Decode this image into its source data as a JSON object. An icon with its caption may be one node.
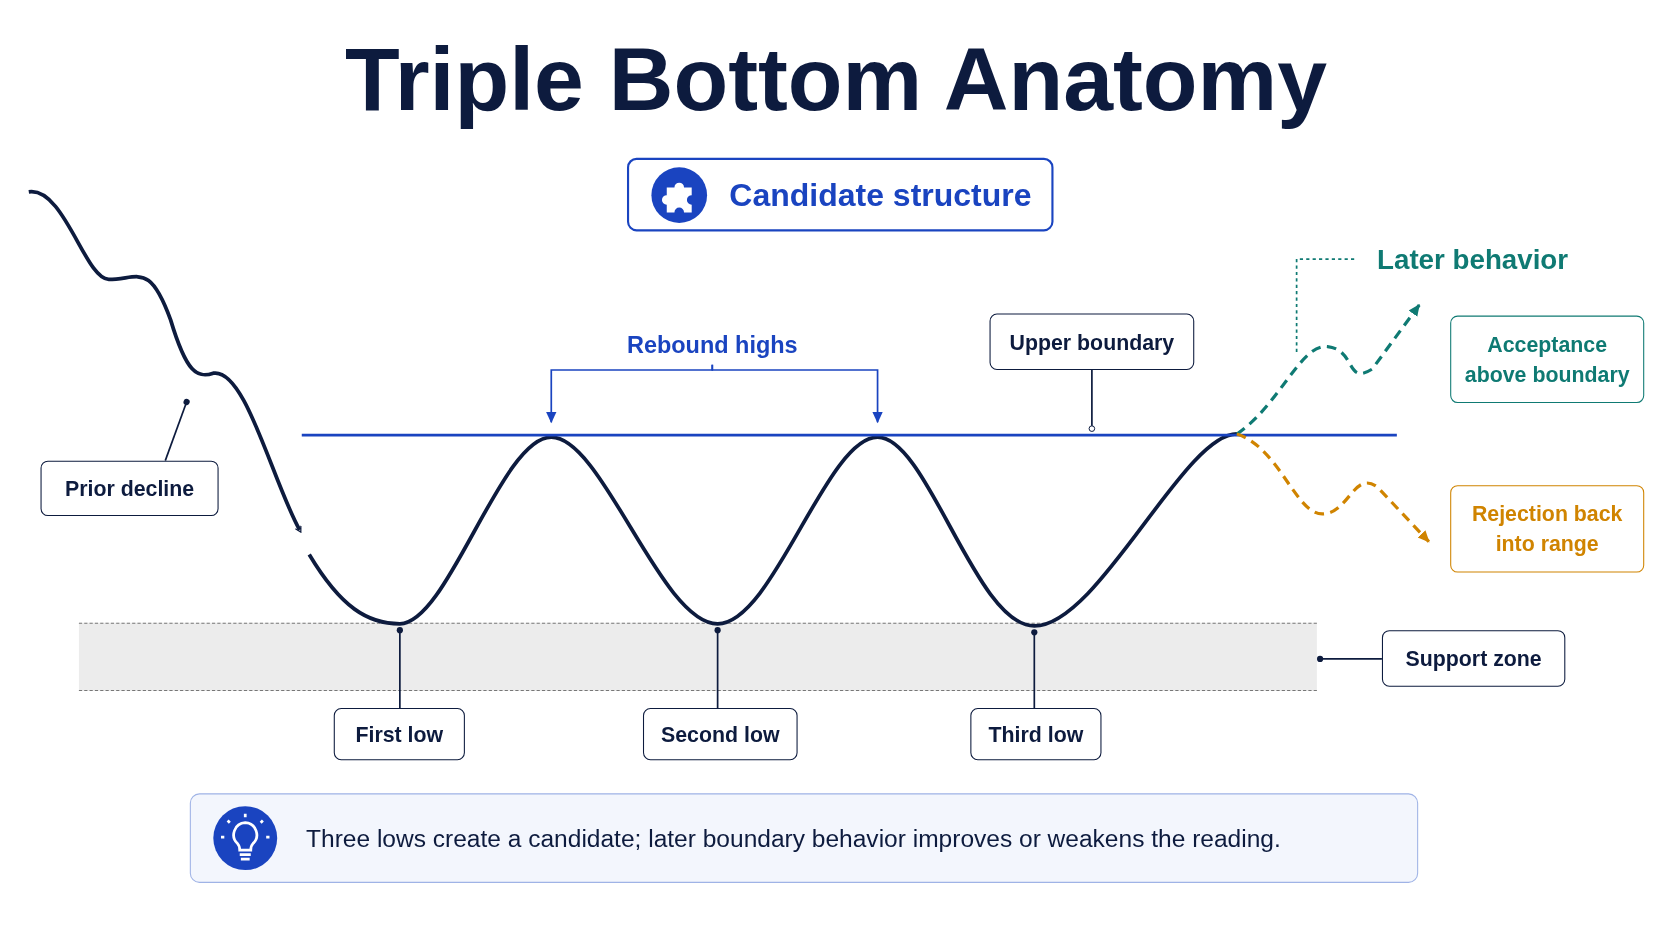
{
  "diagram": {
    "title": "Triple Bottom Anatomy",
    "nodes": [
      {
        "text": [
          "Candidate structure"
        ]
      },
      {
        "text": [
          "Later behavior"
        ]
      },
      {
        "text": [
          "Rebound highs"
        ]
      },
      {
        "text": [
          "Upper boundary"
        ]
      },
      {
        "text": [
          "Acceptance above boundary"
        ]
      },
      {
        "text": [
          "Prior decline"
        ]
      },
      {
        "text": [
          "Rejection back into range"
        ]
      },
      {
        "text": [],
        "shape": "box"
      },
      {
        "text": [
          "Support zone"
        ]
      },
      {
        "text": [
          "First low"
        ]
      },
      {
        "text": [
          "Second low"
        ]
      },
      {
        "text": [
          "Third low"
        ]
      },
      {
        "text": [
          "Three lows create a candidate; later boundary behavior improves or weakens the reading."
        ]
      },
      {
        "text": [],
        "shape": "line"
      },
      {
        "text": [],
        "shape": "line"
      }
    ],
    "edges": [
      {
        "from": 1,
        "to": null,
        "arrow": "none",
        "style": "dashed",
        "color": "#0f7a73"
      },
      {
        "from": 2,
        "to": 13,
        "arrow": "to",
        "color": "#1a44c0"
      },
      {
        "from": 2,
        "to": 13,
        "arrow": "to",
        "color": "#1a44c0"
      },
      {
        "from": 3,
        "to": 14,
        "arrow": "other"
      },
      {
        "from": 13,
        "to": 4,
        "arrow": "to",
        "style": "dashed",
        "color": "#0f7a73"
      },
      {
        "from": 13,
        "to": 6,
        "arrow": "to",
        "style": "dashed",
        "color": "#d08400"
      },
      {
        "from": 5,
        "to": null,
        "arrow": "other"
      },
      {
        "from": 8,
        "to": 7,
        "arrow": "other"
      },
      {
        "from": 9,
        "to": 13,
        "arrow": "other"
      },
      {
        "from": 10,
        "to": 13,
        "arrow": "other"
      },
      {
        "from": 11,
        "to": 13,
        "arrow": "other"
      }
    ]
  }
}
